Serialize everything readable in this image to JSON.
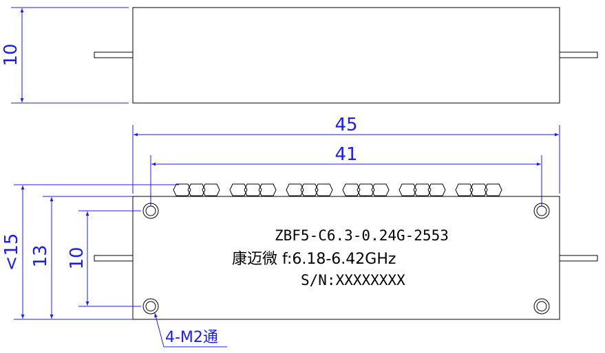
{
  "colors": {
    "outline": "#000000",
    "dimension": "#1a1aff",
    "background": "#ffffff"
  },
  "dimensions": {
    "height_top": "10",
    "length_overall": "45",
    "length_holes": "41",
    "width_overall": "<15",
    "width_body": "13",
    "hole_spacing": "10"
  },
  "label": {
    "model": "ZBF5-C6.3-0.24G-2553",
    "brand_freq": "康迈微 f:6.18-6.42GHz",
    "serial": "S/N:XXXXXXXX"
  },
  "callout": {
    "holes": "4-M2通"
  },
  "tuning_screw_groups": 6
}
